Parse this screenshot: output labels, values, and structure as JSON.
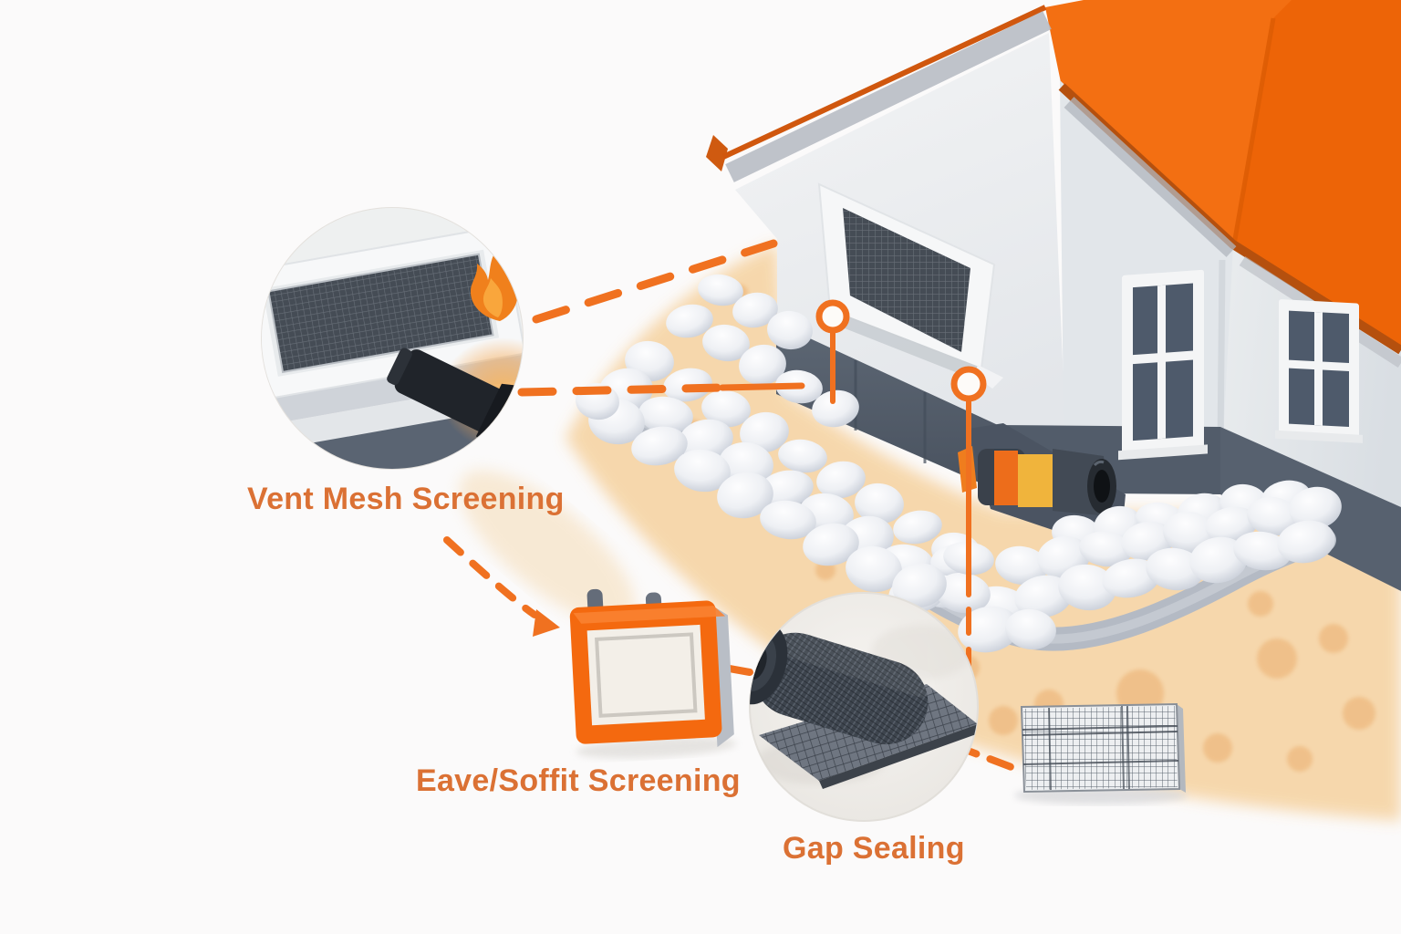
{
  "diagram": {
    "callouts": [
      {
        "id": "vent-mesh-screening",
        "label": "Vent Mesh Screening"
      },
      {
        "id": "eave-soffit-screening",
        "label": "Eave/Soffit Screening"
      },
      {
        "id": "gap-sealing",
        "label": "Gap Sealing"
      }
    ],
    "icons": [
      "flame-icon",
      "flashlight-icon",
      "vent-grille-icon",
      "soffit-vent-icon",
      "mesh-roll-icon",
      "mesh-panel-icon",
      "caulk-gun-icon",
      "callout-pin-icon",
      "dashed-connector",
      "curved-arrow-icon",
      "house-illustration"
    ],
    "colors": {
      "accent": "#f07120",
      "label_text": "#db7134",
      "roof": "#f36f12",
      "roof_fascia": "#b5500e",
      "wall": "#edeff1",
      "foundation": "#57616f",
      "window_pane": "#4e5a6b",
      "rock": "#eef0f4",
      "sand": "#f6d4a4",
      "mesh": "#454c55"
    }
  }
}
